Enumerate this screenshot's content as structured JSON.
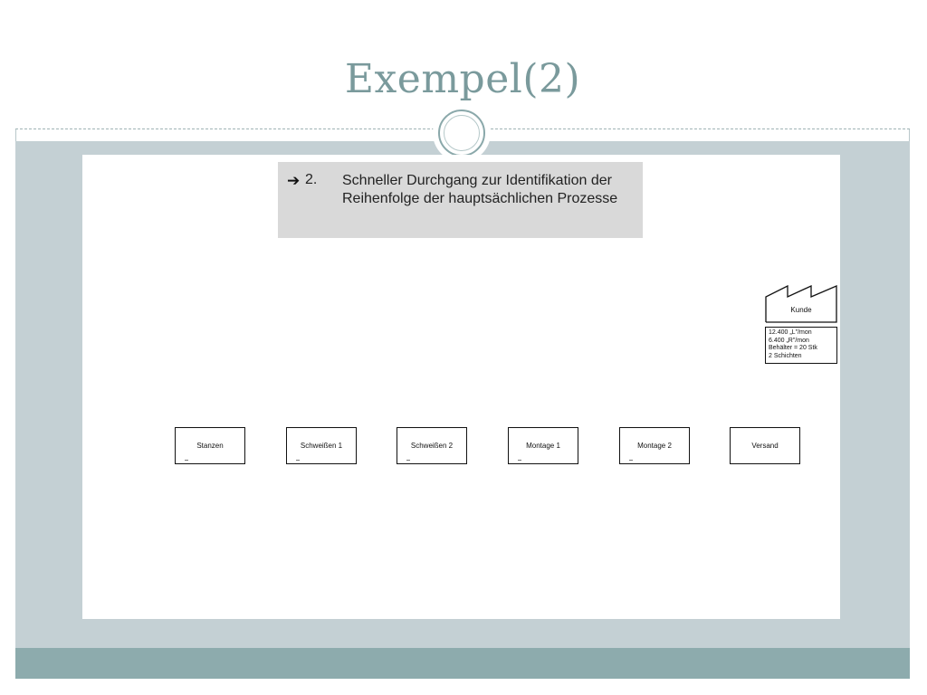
{
  "slide": {
    "title": "Exempel(2)"
  },
  "callout": {
    "arrow": "➔",
    "step": "2.",
    "text": "Schneller Durchgang zur Identifikation der Reihenfolge der hauptsächlichen Prozesse"
  },
  "customer": {
    "label": "Kunde",
    "icon": "factory-icon",
    "data": [
      "12.400 „L\"/mon",
      "6.400 „R\"/mon",
      "Behälter = 20 Stk",
      "2 Schichten"
    ]
  },
  "processes": [
    {
      "label": "Stanzen"
    },
    {
      "label": "Schweißen 1"
    },
    {
      "label": "Schweißen 2"
    },
    {
      "label": "Montage 1"
    },
    {
      "label": "Montage 2"
    },
    {
      "label": "Versand"
    }
  ],
  "colors": {
    "title": "#7a9a9c",
    "content_band": "#c4d0d4",
    "footer_band": "#8dabad",
    "callout_bg": "#d9d9d9"
  }
}
